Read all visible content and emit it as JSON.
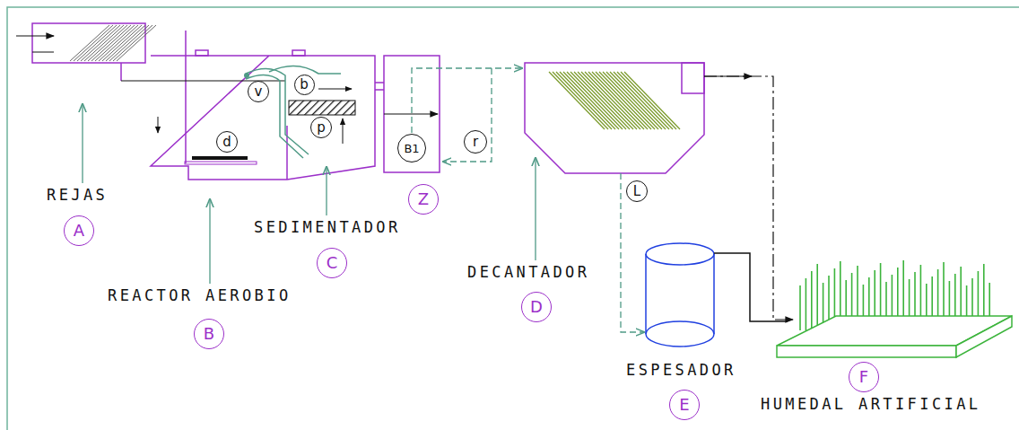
{
  "diagram": {
    "nodes": [
      {
        "text": [
          "A"
        ]
      },
      {
        "text": [
          "B"
        ]
      },
      {
        "text": [
          "v"
        ]
      },
      {
        "text": [
          "b"
        ]
      },
      {
        "text": [
          "d"
        ]
      },
      {
        "text": [
          "p"
        ]
      },
      {
        "text": [
          "C"
        ]
      },
      {
        "text": [
          "B1"
        ]
      },
      {
        "text": [
          "Z"
        ]
      },
      {
        "text": [
          "r"
        ]
      },
      {
        "text": [
          "D"
        ]
      },
      {
        "text": [
          "L"
        ]
      },
      {
        "text": [
          "E"
        ]
      },
      {
        "text": [
          "F"
        ]
      }
    ],
    "labels": [
      "REJAS",
      "REACTOR AEROBIO",
      "SEDIMENTADOR",
      "DECANTADOR",
      "ESPESADOR",
      "HUMEDAL ARTIFICIAL"
    ]
  }
}
